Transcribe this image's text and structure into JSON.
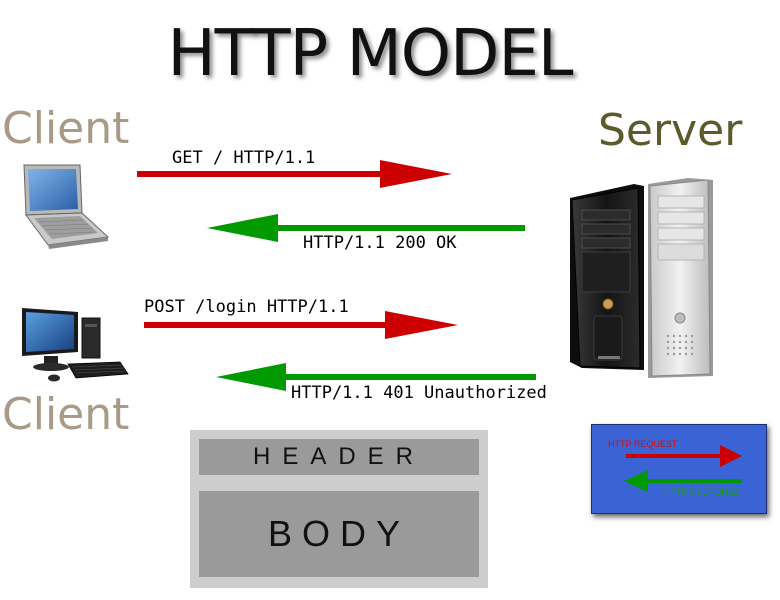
{
  "title": "HTTP MODEL",
  "labels": {
    "client_top": "Client",
    "client_bottom": "Client",
    "server": "Server"
  },
  "messages": {
    "get_request": "GET / HTTP/1.1",
    "get_response": "HTTP/1.1 200 OK",
    "post_request": "POST /login HTTP/1.1",
    "post_response": "HTTP/1.1 401 Unauthorized"
  },
  "message_block": {
    "header": "HEADER",
    "body": "BODY"
  },
  "legend": {
    "request": "HTTP REQUEST",
    "response": "HTTP RESPONSE"
  },
  "colors": {
    "request_arrow": "#cc0000",
    "response_arrow": "#009900",
    "legend_background": "#3a64d6",
    "client_label": "#a89a86",
    "server_label": "#5a5a2a"
  },
  "icons": {
    "client_top": "laptop-icon",
    "client_bottom": "desktop-computer-icon",
    "server": "server-tower-icon"
  }
}
